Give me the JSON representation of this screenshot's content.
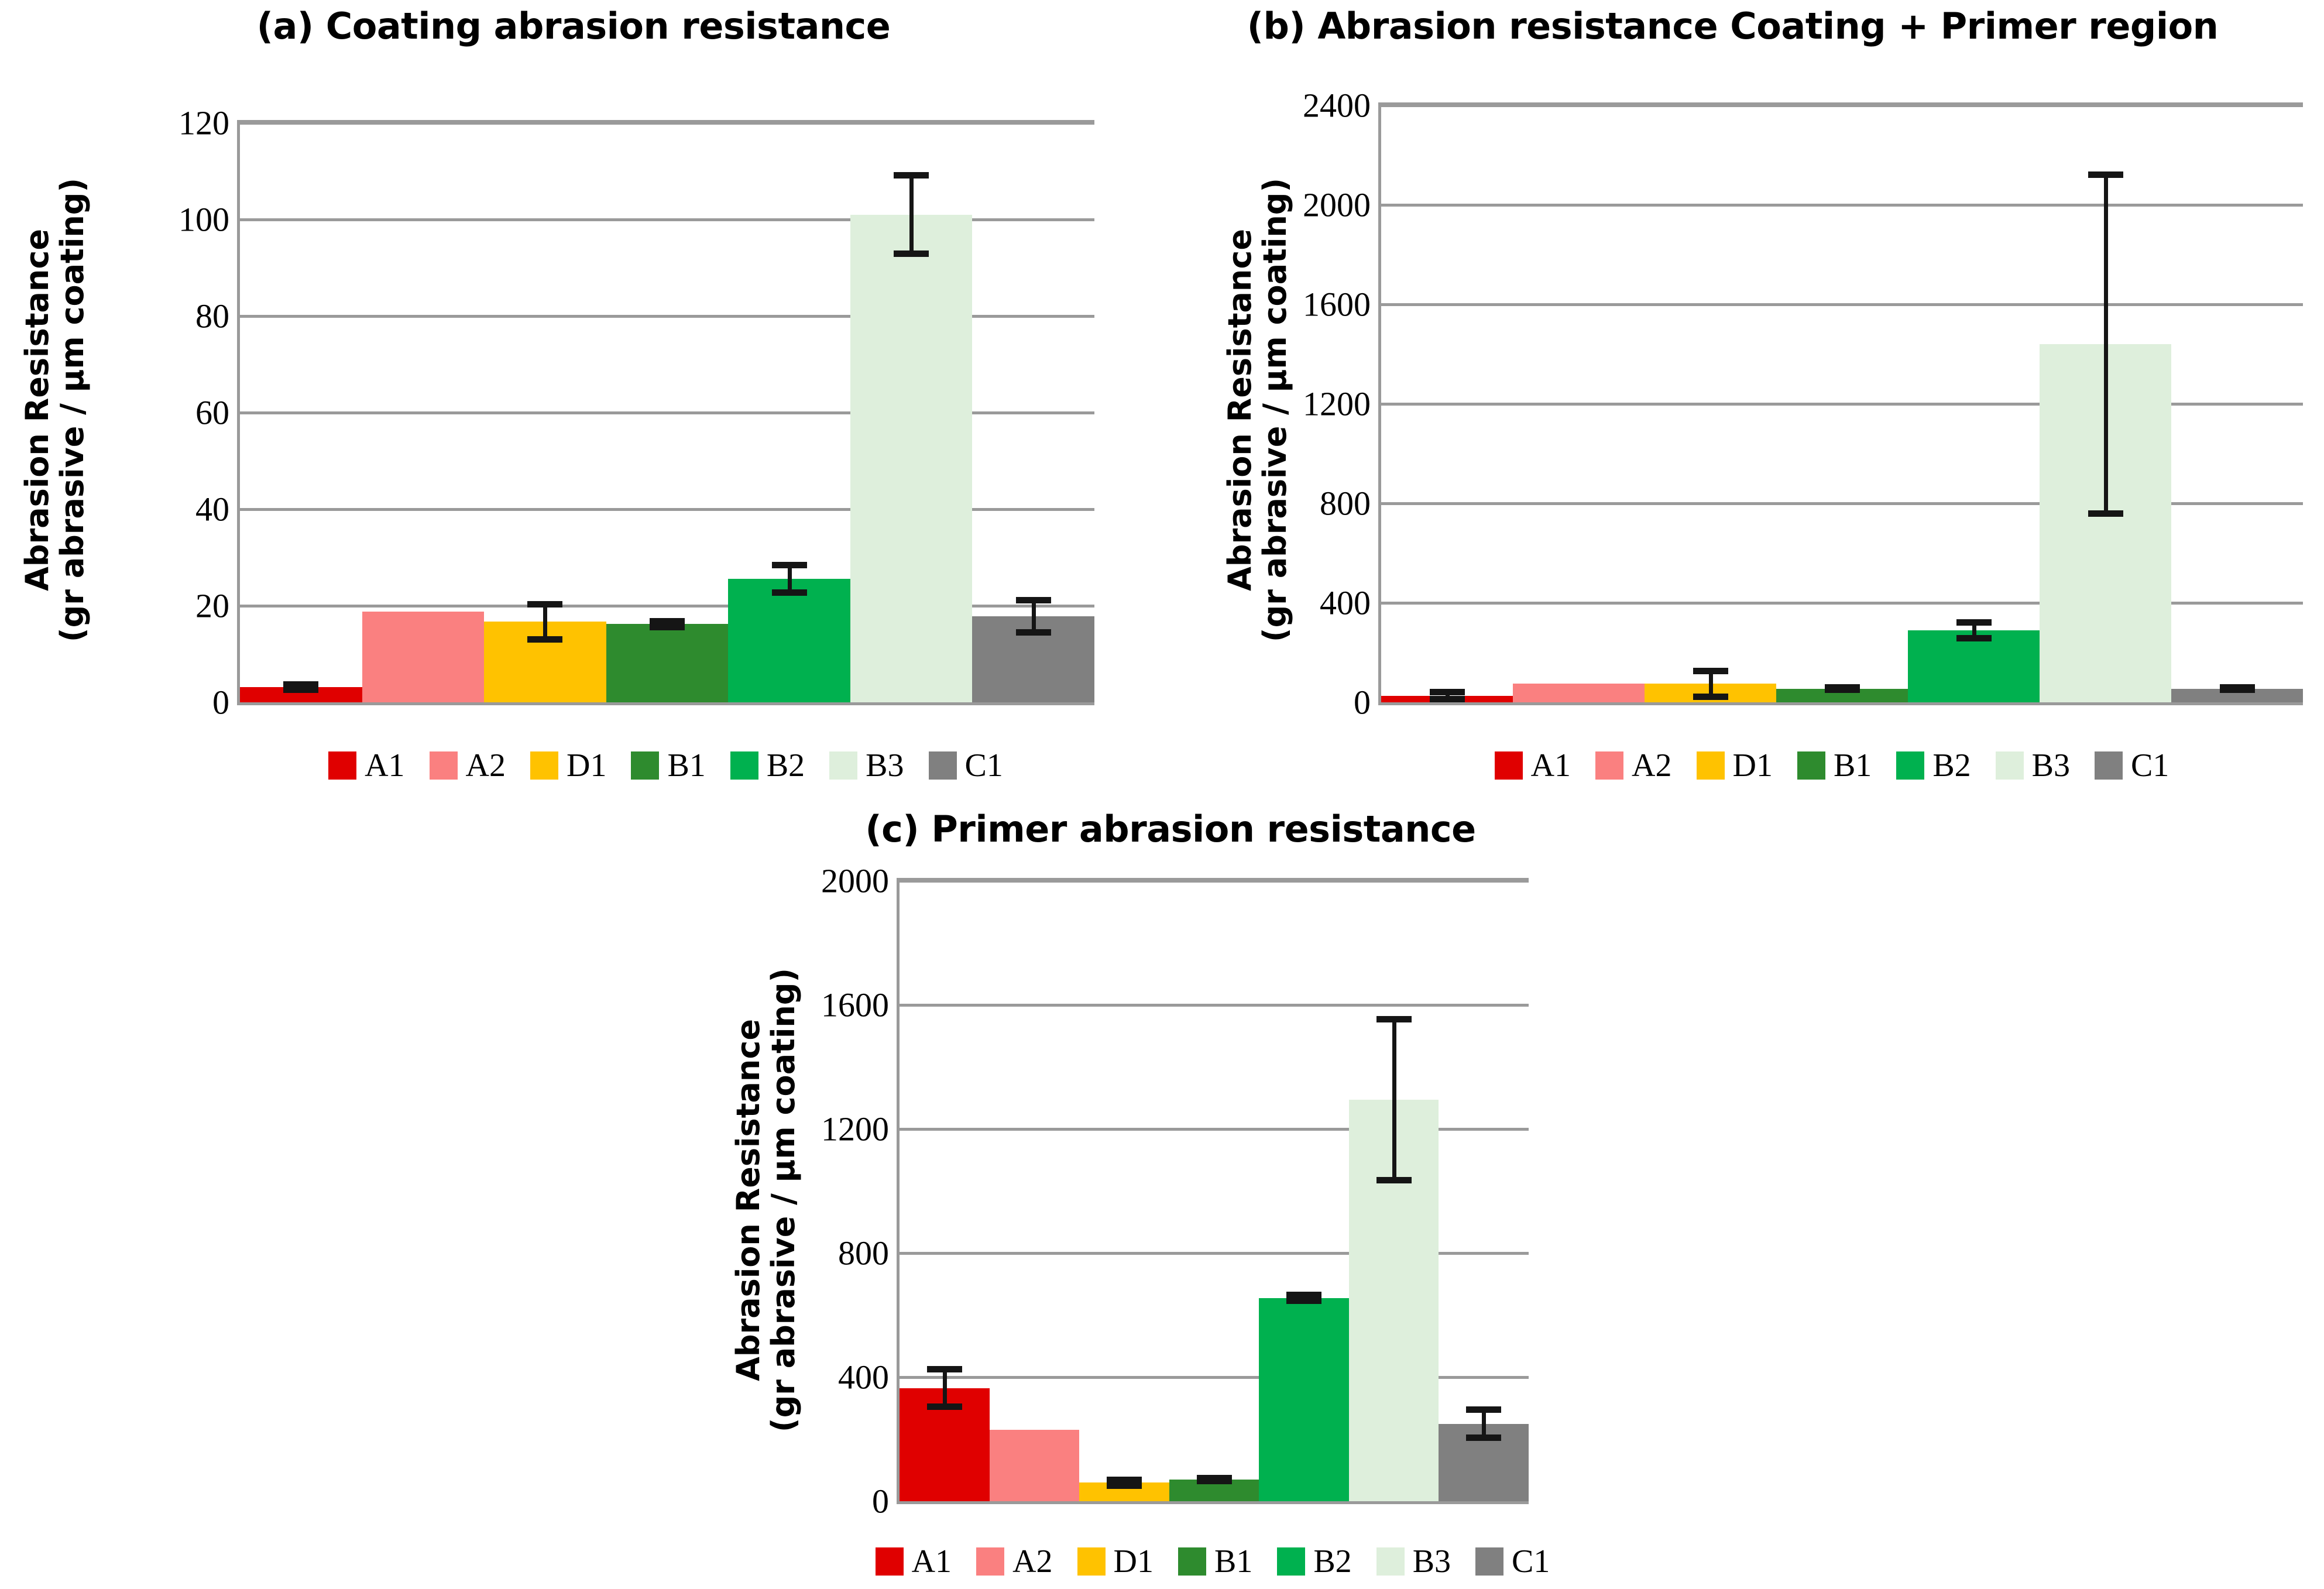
{
  "figure": {
    "background": "#ffffff",
    "gridline_color": "#9a9a9a",
    "error_bar_color": "#151515"
  },
  "series_colors": {
    "A1": "#E00000",
    "A2": "#FA8080",
    "D1": "#FFC200",
    "B1": "#2E8B2E",
    "B2": "#00B14F",
    "B3": "#DEEFDC",
    "C1": "#808080"
  },
  "legend": {
    "items": [
      {
        "label": "A1",
        "color": "#E00000"
      },
      {
        "label": "A2",
        "color": "#FA8080"
      },
      {
        "label": "D1",
        "color": "#FFC200"
      },
      {
        "label": "B1",
        "color": "#2E8B2E"
      },
      {
        "label": "B2",
        "color": "#00B14F"
      },
      {
        "label": "B3",
        "color": "#DEEFDC"
      },
      {
        "label": "C1",
        "color": "#808080"
      }
    ]
  },
  "chart_data": [
    {
      "id": "a",
      "type": "bar",
      "title": "(a) Coating abrasion resistance",
      "xlabel": "",
      "ylabel": "Abrasion Resistance\n(gr abrasive / μm coating)",
      "ylabel_line1": "Abrasion Resistance",
      "ylabel_line2": "(gr abrasive / μm coating)",
      "categories": [
        "A1",
        "A2",
        "D1",
        "B1",
        "B2",
        "B3",
        "C1"
      ],
      "values": [
        3.2,
        18.8,
        16.7,
        16.2,
        25.6,
        101.0,
        17.8
      ],
      "errors": [
        1.2,
        0.0,
        4.3,
        1.3,
        3.5,
        8.8,
        4.0
      ],
      "colors": [
        "#E00000",
        "#FA8080",
        "#FFC200",
        "#2E8B2E",
        "#00B14F",
        "#DEEFDC",
        "#808080"
      ],
      "ylim": [
        0,
        120
      ],
      "yticks": [
        0,
        20,
        40,
        60,
        80,
        100,
        120
      ],
      "ytick_labels": [
        "0",
        "20",
        "40",
        "60",
        "80",
        "100",
        "120"
      ],
      "grid": true,
      "legend_position": "bottom"
    },
    {
      "id": "b",
      "type": "bar",
      "title": "(b) Abrasion resistance Coating + Primer region",
      "xlabel": "",
      "ylabel": "Abrasion Resistance\n(gr abrasive / μm coating)",
      "ylabel_line1": "Abrasion Resistance",
      "ylabel_line2": "(gr abrasive / μm coating)",
      "categories": [
        "A1",
        "A2",
        "D1",
        "B1",
        "B2",
        "B3",
        "C1"
      ],
      "values": [
        25,
        75,
        75,
        55,
        290,
        1440,
        55
      ],
      "errors": [
        30,
        0,
        65,
        8,
        45,
        695,
        8
      ],
      "colors": [
        "#E00000",
        "#FA8080",
        "#FFC200",
        "#2E8B2E",
        "#00B14F",
        "#DEEFDC",
        "#808080"
      ],
      "ylim": [
        0,
        2400
      ],
      "yticks": [
        0,
        400,
        800,
        1200,
        1600,
        2000,
        2400
      ],
      "ytick_labels": [
        "0",
        "400",
        "800",
        "1200",
        "1600",
        "2000",
        "2400"
      ],
      "grid": true,
      "legend_position": "bottom"
    },
    {
      "id": "c",
      "type": "bar",
      "title": "(c) Primer abrasion resistance",
      "xlabel": "",
      "ylabel": "Abrasion Resistance\n(gr abrasive / μm coating)",
      "ylabel_line1": "Abrasion Resistance",
      "ylabel_line2": "(gr abrasive / μm coating)",
      "categories": [
        "A1",
        "A2",
        "D1",
        "B1",
        "B2",
        "B3",
        "C1"
      ],
      "values": [
        365,
        230,
        60,
        70,
        655,
        1295,
        250
      ],
      "errors": [
        70,
        0,
        20,
        15,
        20,
        270,
        55
      ],
      "colors": [
        "#E00000",
        "#FA8080",
        "#FFC200",
        "#2E8B2E",
        "#00B14F",
        "#DEEFDC",
        "#808080"
      ],
      "ylim": [
        0,
        2000
      ],
      "yticks": [
        0,
        400,
        800,
        1200,
        1600,
        2000
      ],
      "ytick_labels": [
        "0",
        "400",
        "800",
        "1200",
        "1600",
        "2000"
      ],
      "grid": true,
      "legend_position": "bottom"
    }
  ]
}
